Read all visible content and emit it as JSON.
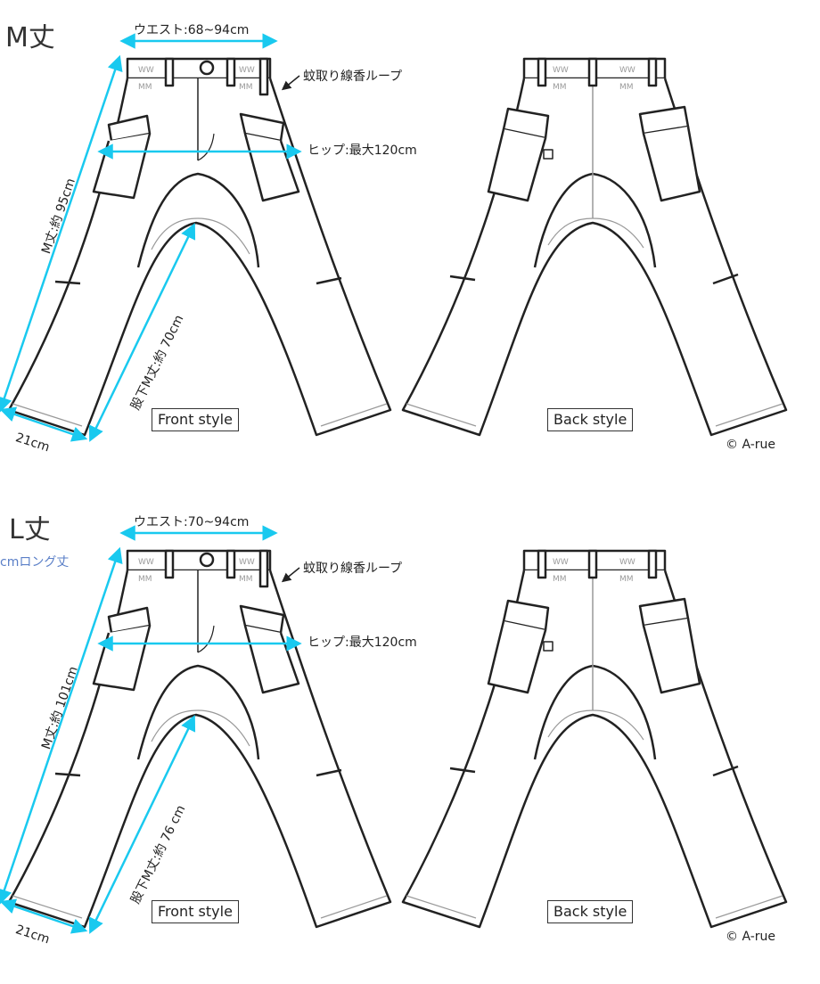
{
  "accent_color": "#19c9ef",
  "line_color": "#222222",
  "sections": [
    {
      "size_title": "M丈",
      "waist": "ウエスト:68~94cm",
      "loop": "蚊取り線香ループ",
      "hip": "ヒップ:最大120cm",
      "length": "M丈:約 95cm",
      "inseam": "股下M丈:約 70cm",
      "hem": "21cm",
      "front_caption": "Front style",
      "back_caption": "Back style",
      "copyright": "© A-rue",
      "waist_marks": [
        "WW",
        "WW"
      ]
    },
    {
      "size_title": "L丈",
      "note": "cmロング丈",
      "waist": "ウエスト:70~94cm",
      "loop": "蚊取り線香ループ",
      "hip": "ヒップ:最大120cm",
      "length": "M丈:約 101cm",
      "inseam": "股下M丈:約 76 cm",
      "hem": "21cm",
      "front_caption": "Front style",
      "back_caption": "Back style",
      "copyright": "© A-rue",
      "waist_marks": [
        "WW",
        "WW"
      ]
    }
  ]
}
